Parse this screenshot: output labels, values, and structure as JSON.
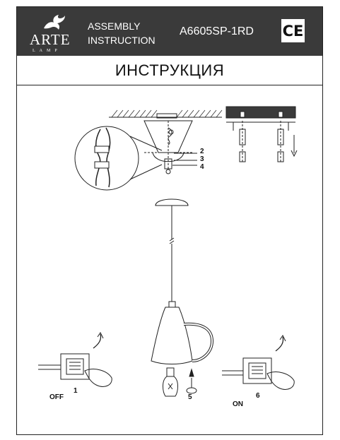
{
  "header": {
    "brand": "ARTE",
    "brand_sub": "LAMP",
    "assembly_line1": "ASSEMBLY",
    "assembly_line2": "INSTRUCTION",
    "model": "A6605SP-1RD",
    "cert_mark": "CE"
  },
  "title": "ИНСТРУКЦИЯ",
  "callouts": {
    "part_2": "2",
    "part_3": "3",
    "part_4": "4",
    "step_1": "1",
    "step_5": "5",
    "step_6": "6",
    "off": "OFF",
    "on": "ON"
  },
  "colors": {
    "header_bg": "#3a3a3a",
    "ink": "#222222"
  }
}
